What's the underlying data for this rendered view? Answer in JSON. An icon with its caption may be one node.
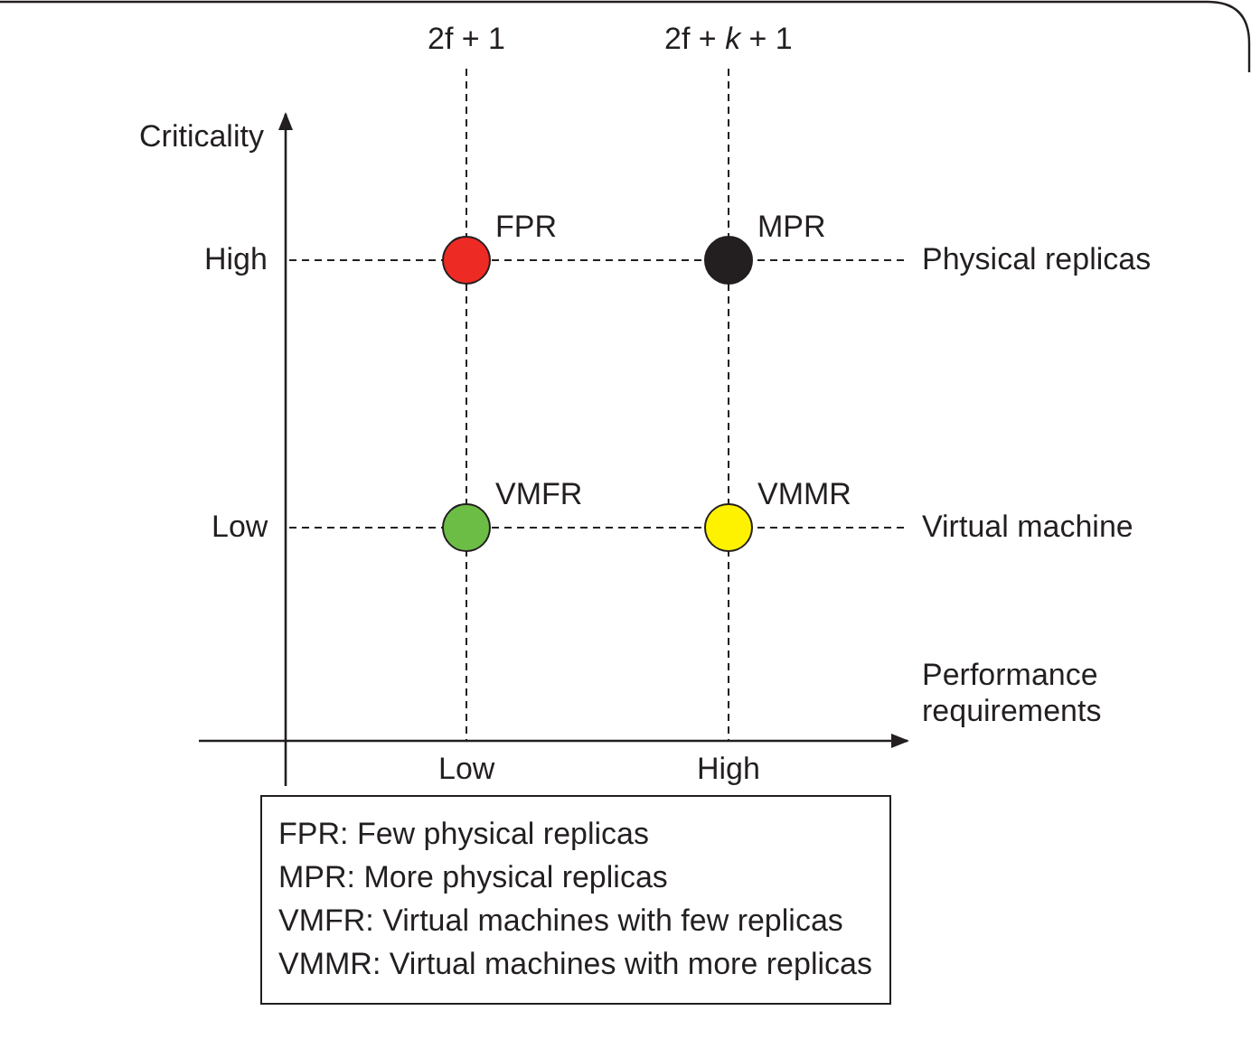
{
  "diagram": {
    "nodes": [
      {
        "text": [],
        "shape": "circle",
        "beside": [
          "FPR"
        ]
      },
      {
        "text": [],
        "shape": "circle",
        "beside": [
          "MPR"
        ]
      },
      {
        "text": [],
        "shape": "circle",
        "beside": [
          "VMFR"
        ]
      },
      {
        "text": [],
        "shape": "circle",
        "beside": [
          "VMMR"
        ]
      },
      {
        "text": [
          "FPR: Few physical replicas",
          "MPR: More physical replicas",
          "VMFR: Virtual machines with few replicas",
          "VMMR: Virtual machines with more replicas"
        ]
      }
    ],
    "labels": [
      "2f + 1",
      "2f + *k* + 1",
      "Criticality",
      "High",
      "Physical replicas",
      "Low",
      "Virtual machine",
      "Performance requirements",
      "Low",
      "High"
    ]
  }
}
